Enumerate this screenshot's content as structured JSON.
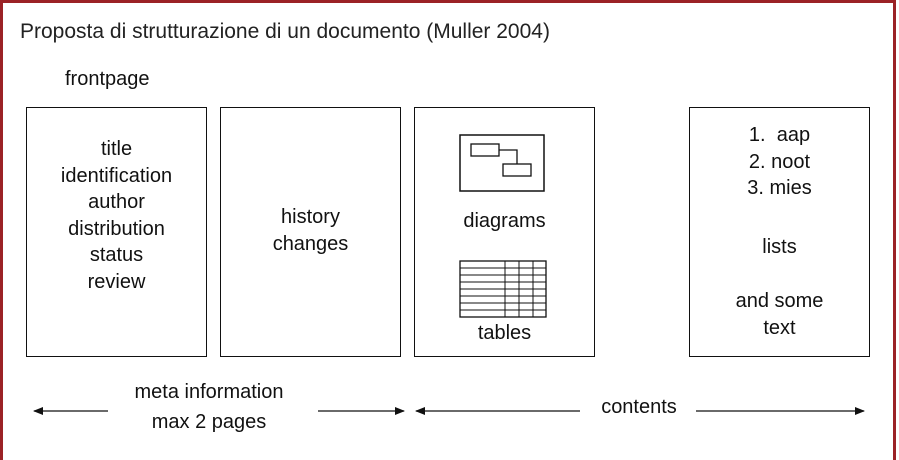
{
  "header": {
    "title": "Proposta di strutturazione di un documento (Muller 2004)",
    "frontpage_label": "frontpage"
  },
  "pages": [
    {
      "lines": [
        "title",
        "identification",
        "author",
        "distribution",
        "status",
        "review"
      ]
    },
    {
      "lines": [
        "history",
        "changes"
      ]
    },
    {
      "diagrams_label": "diagrams",
      "tables_label": "tables",
      "icons": [
        "diagram-icon",
        "table-icon"
      ]
    },
    {
      "list_items": [
        "1.  aap",
        "2. noot",
        "3. mies"
      ],
      "lists_label": "lists",
      "text_lines": [
        "and some",
        "text"
      ]
    }
  ],
  "footer": {
    "meta_lines": [
      "meta information",
      "max 2 pages"
    ],
    "contents_label": "contents"
  },
  "colors": {
    "frame": "#9b2226",
    "ink": "#111111"
  }
}
